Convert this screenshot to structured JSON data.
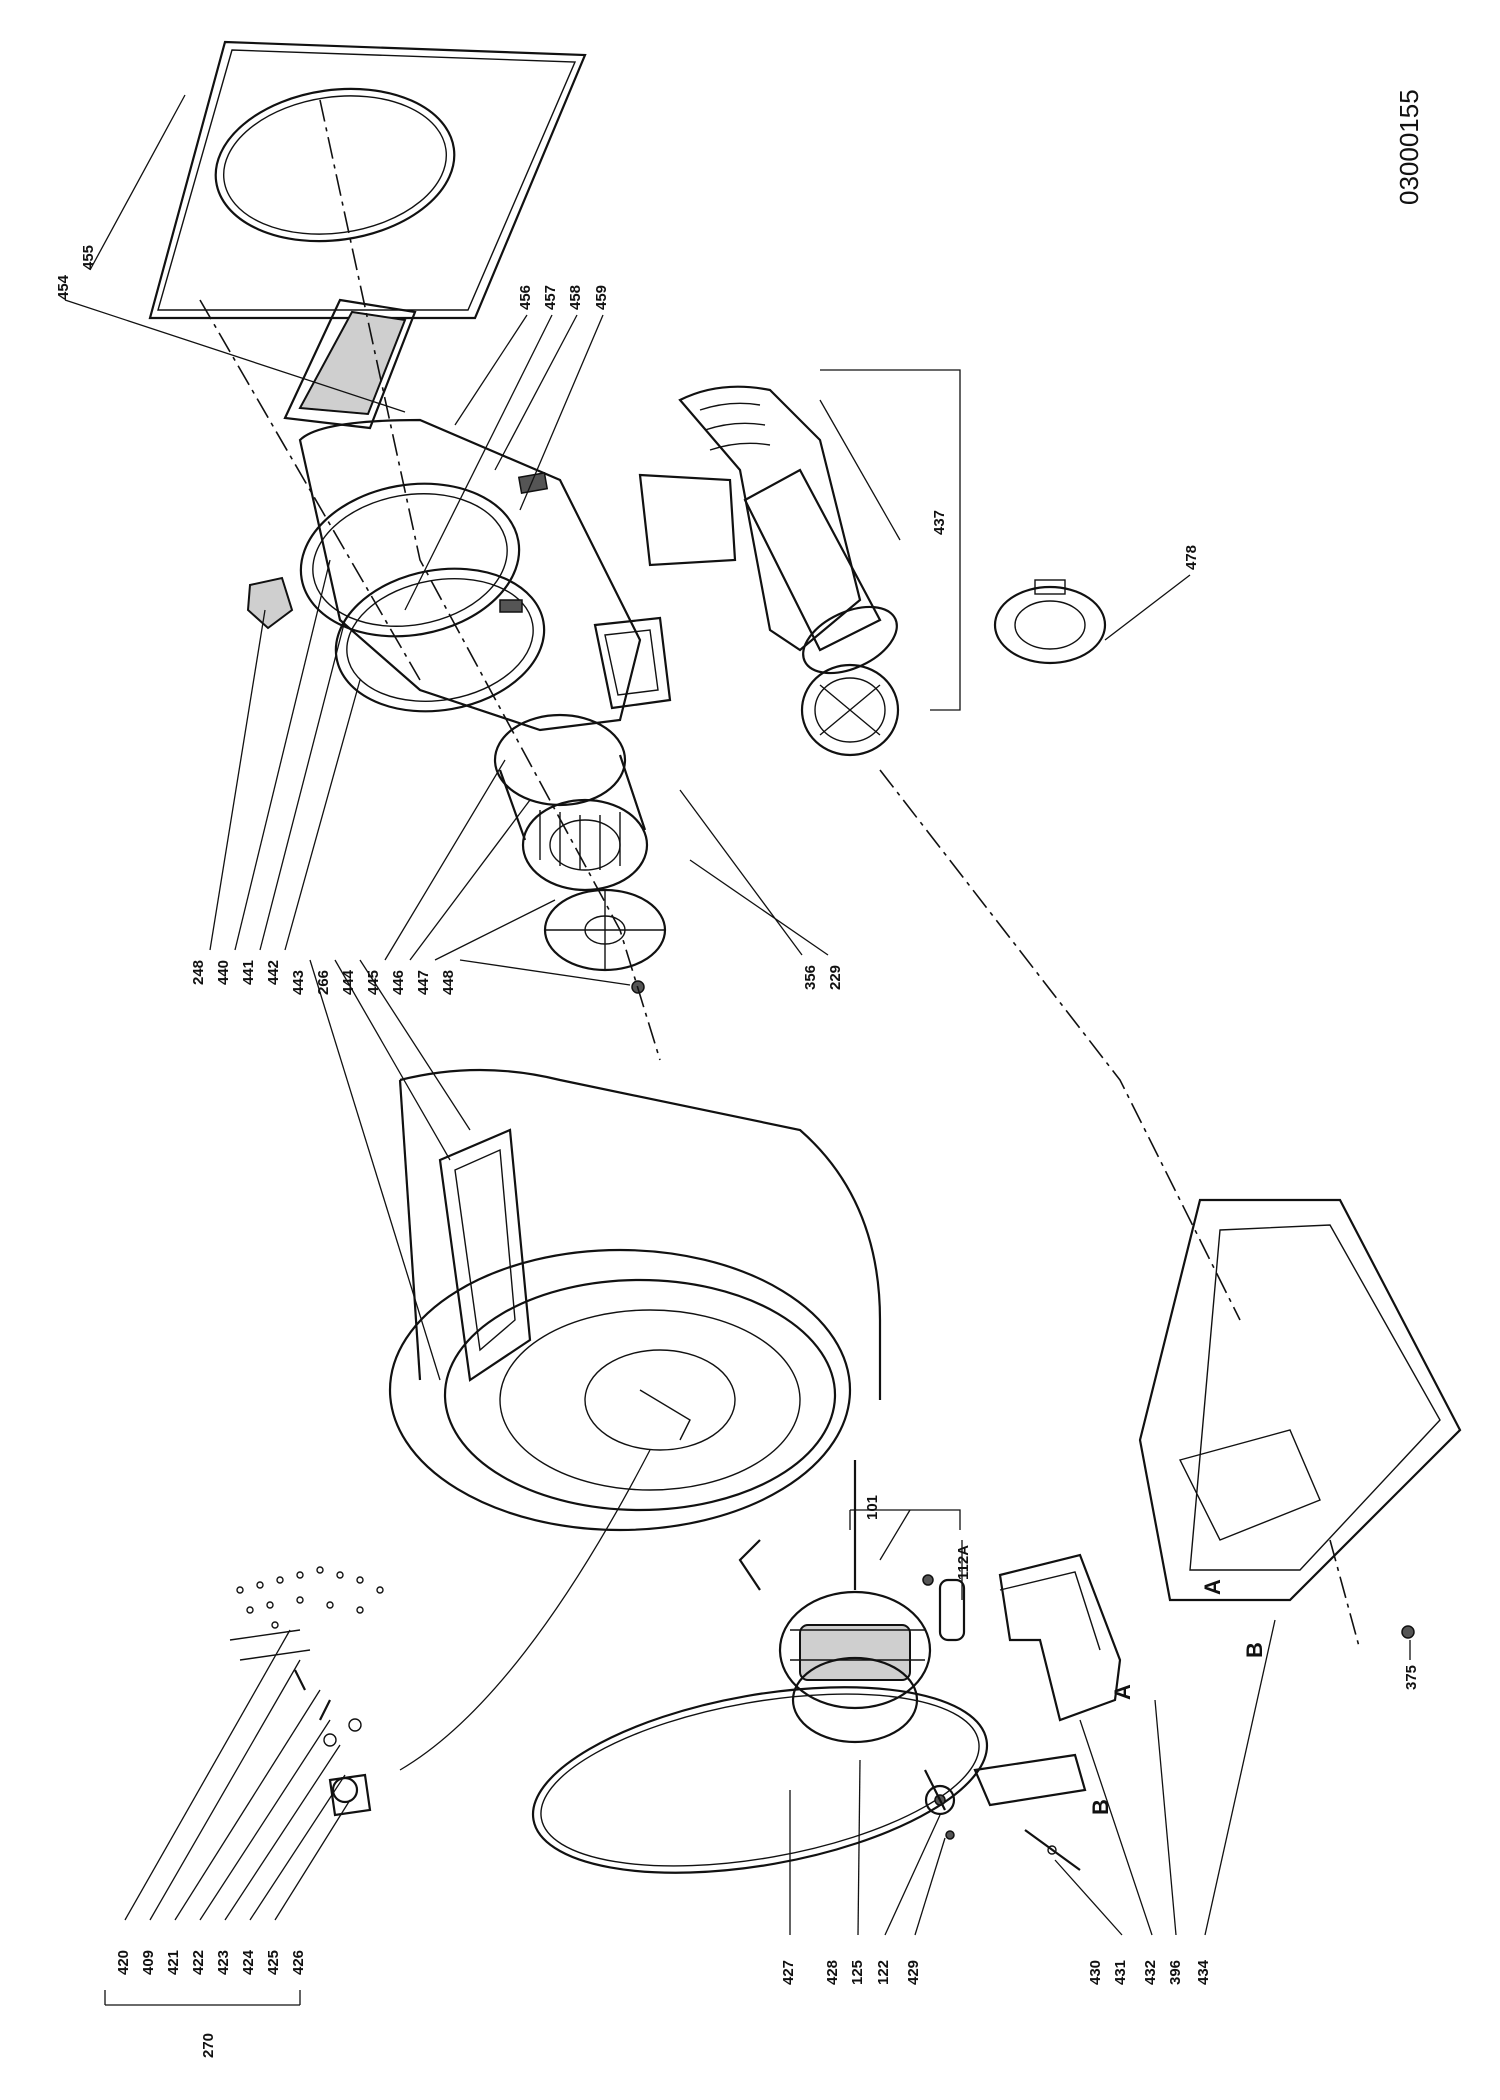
{
  "document_id": "03000155",
  "part_labels": {
    "p454": "454",
    "p455": "455",
    "p456": "456",
    "p457": "457",
    "p458": "458",
    "p459": "459",
    "p437": "437",
    "p478": "478",
    "p248": "248",
    "p440": "440",
    "p441": "441",
    "p442": "442",
    "p443": "443",
    "p266": "266",
    "p444": "444",
    "p445": "445",
    "p446": "446",
    "p447": "447",
    "p448": "448",
    "p356": "356",
    "p229": "229",
    "p101": "101",
    "p112A": "112A",
    "p375": "375",
    "p420": "420",
    "p409": "409",
    "p421": "421",
    "p422": "422",
    "p423": "423",
    "p424": "424",
    "p425": "425",
    "p426": "426",
    "p270": "270",
    "p427": "427",
    "p428": "428",
    "p125": "125",
    "p122": "122",
    "p429": "429",
    "p430": "430",
    "p431": "431",
    "p432": "432",
    "p396": "396",
    "p434": "434"
  },
  "markers": {
    "a_bracket": "A",
    "b_bracket": "B",
    "a_base": "A",
    "b_base": "B"
  }
}
